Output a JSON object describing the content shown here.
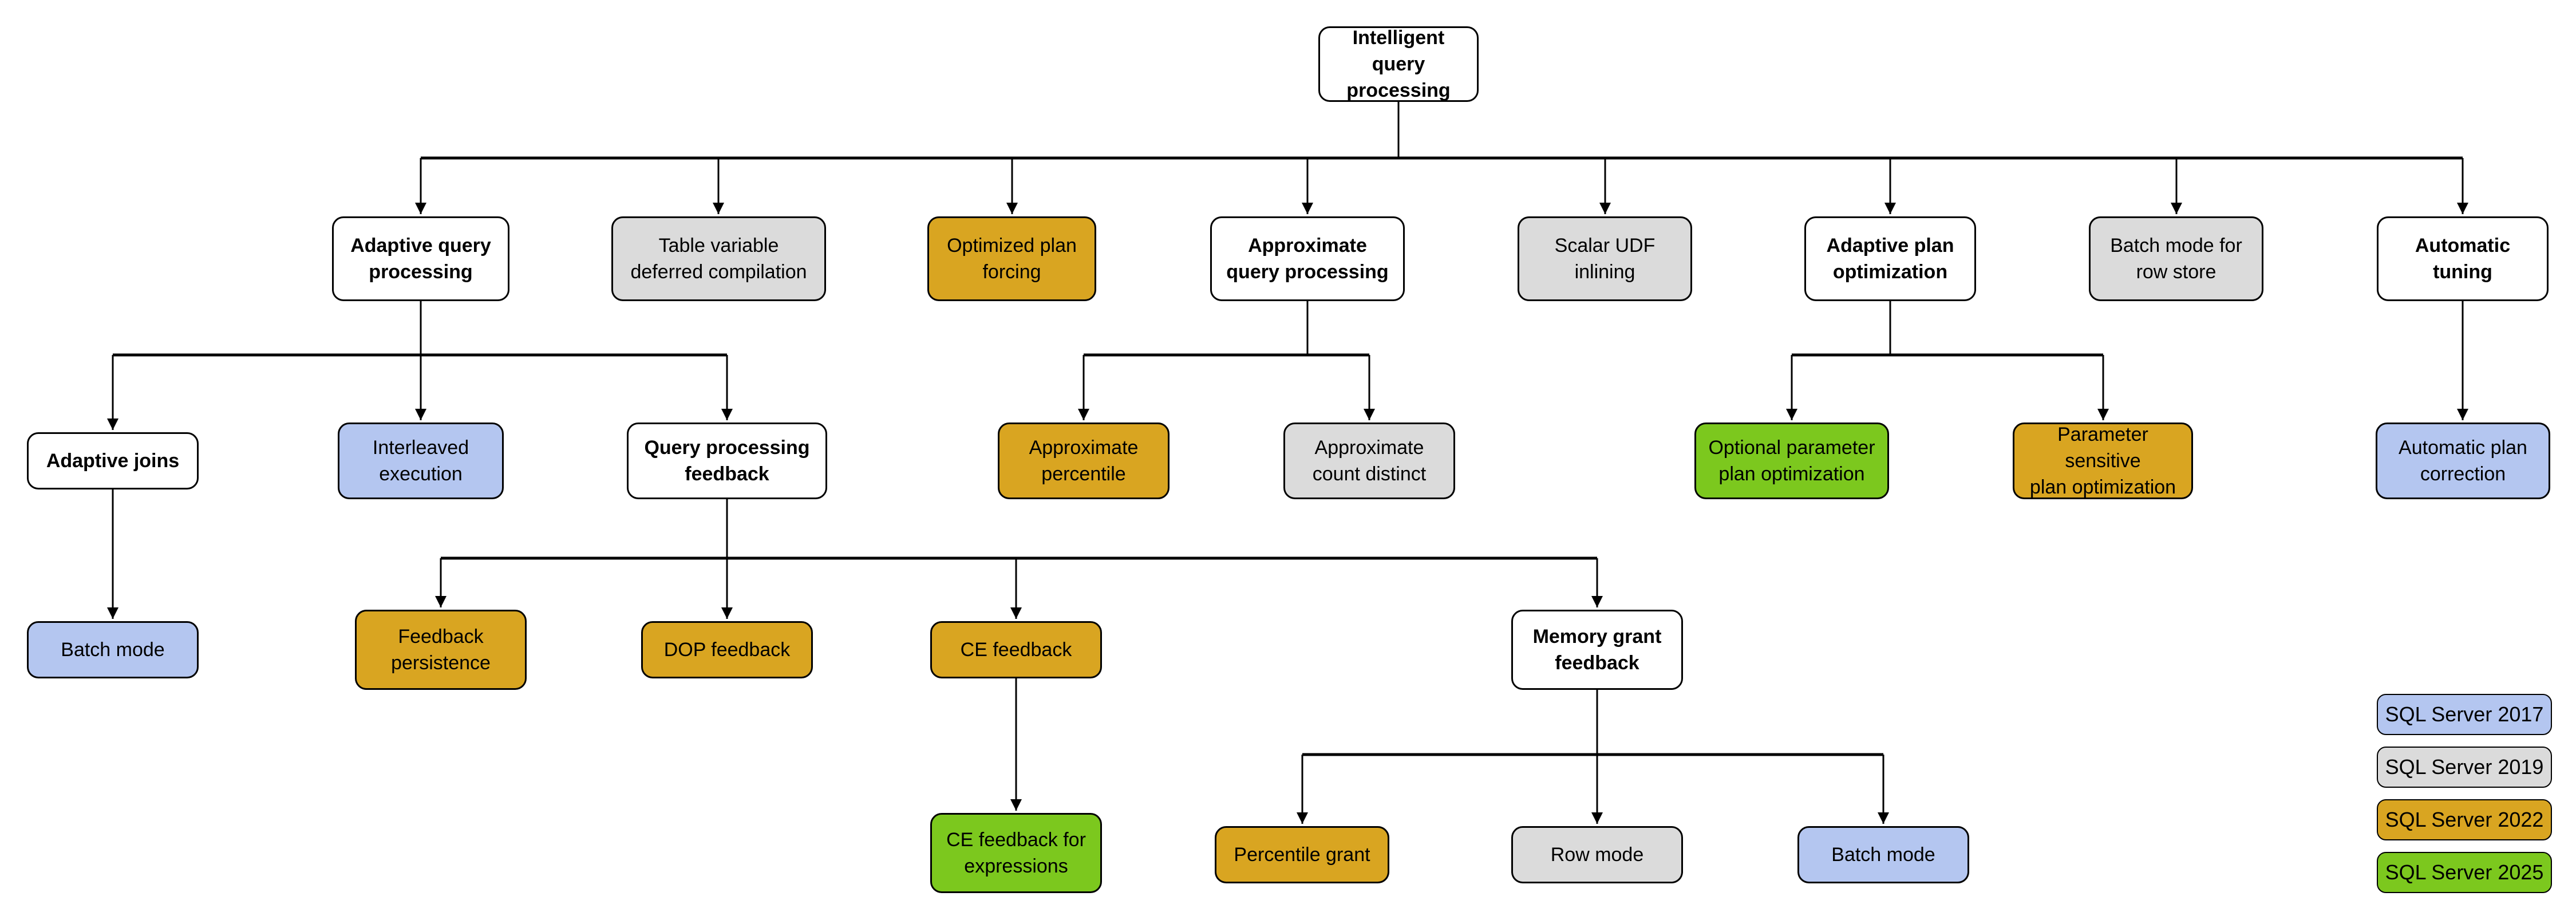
{
  "palette": {
    "sql_2017": "#B4C6F0",
    "sql_2019": "#DBDBDB",
    "sql_2022": "#D9A521",
    "sql_2025": "#7CC81E",
    "unversioned": "#FFFFFF",
    "line": "#000000"
  },
  "legend": {
    "items": [
      {
        "label": "SQL Server 2017",
        "color": "#B4C6F0"
      },
      {
        "label": "SQL Server 2019",
        "color": "#DBDBDB"
      },
      {
        "label": "SQL Server 2022",
        "color": "#D9A521"
      },
      {
        "label": "SQL Server 2025",
        "color": "#7CC81E"
      }
    ]
  },
  "nodes": {
    "root": {
      "label": "Intelligent query\nprocessing",
      "version": ""
    },
    "adaptive_query_processing": {
      "label": "Adaptive query\nprocessing",
      "version": ""
    },
    "table_variable_deferred_compilation": {
      "label": "Table variable\ndeferred compilation",
      "version": "SQL Server 2019"
    },
    "optimized_plan_forcing": {
      "label": "Optimized plan\nforcing",
      "version": "SQL Server 2022"
    },
    "approximate_query_processing": {
      "label": "Approximate\nquery processing",
      "version": ""
    },
    "scalar_udf_inlining": {
      "label": "Scalar UDF\ninlining",
      "version": "SQL Server 2019"
    },
    "adaptive_plan_optimization": {
      "label": "Adaptive plan\noptimization",
      "version": ""
    },
    "batch_mode_for_row_store": {
      "label": "Batch mode for\nrow store",
      "version": "SQL Server 2019"
    },
    "automatic_tuning": {
      "label": "Automatic\ntuning",
      "version": ""
    },
    "adaptive_joins": {
      "label": "Adaptive joins",
      "version": ""
    },
    "interleaved_execution": {
      "label": "Interleaved\nexecution",
      "version": "SQL Server 2017"
    },
    "query_processing_feedback": {
      "label": "Query processing\nfeedback",
      "version": ""
    },
    "approximate_percentile": {
      "label": "Approximate\npercentile",
      "version": "SQL Server 2022"
    },
    "approximate_count_distinct": {
      "label": "Approximate\ncount distinct",
      "version": "SQL Server 2019"
    },
    "optional_parameter_plan_optimization": {
      "label": "Optional parameter\nplan optimization",
      "version": "SQL Server 2025"
    },
    "parameter_sensitive_plan_optimization": {
      "label": "Parameter sensitive\nplan optimization",
      "version": "SQL Server 2022"
    },
    "automatic_plan_correction": {
      "label": "Automatic plan\ncorrection",
      "version": "SQL Server 2017"
    },
    "batch_mode_adaptive_joins": {
      "label": "Batch mode",
      "version": "SQL Server 2017"
    },
    "feedback_persistence": {
      "label": "Feedback\npersistence",
      "version": "SQL Server 2022"
    },
    "dop_feedback": {
      "label": "DOP feedback",
      "version": "SQL Server 2022"
    },
    "ce_feedback": {
      "label": "CE feedback",
      "version": "SQL Server 2022"
    },
    "memory_grant_feedback": {
      "label": "Memory grant\nfeedback",
      "version": ""
    },
    "ce_feedback_for_expressions": {
      "label": "CE feedback for\nexpressions",
      "version": "SQL Server 2025"
    },
    "percentile_grant": {
      "label": "Percentile grant",
      "version": "SQL Server 2022"
    },
    "row_mode": {
      "label": "Row mode",
      "version": "SQL Server 2019"
    },
    "batch_mode_memory_grant": {
      "label": "Batch mode",
      "version": "SQL Server 2017"
    }
  },
  "edges": [
    [
      "root",
      "adaptive_query_processing"
    ],
    [
      "root",
      "table_variable_deferred_compilation"
    ],
    [
      "root",
      "optimized_plan_forcing"
    ],
    [
      "root",
      "approximate_query_processing"
    ],
    [
      "root",
      "scalar_udf_inlining"
    ],
    [
      "root",
      "adaptive_plan_optimization"
    ],
    [
      "root",
      "batch_mode_for_row_store"
    ],
    [
      "root",
      "automatic_tuning"
    ],
    [
      "adaptive_query_processing",
      "adaptive_joins"
    ],
    [
      "adaptive_query_processing",
      "interleaved_execution"
    ],
    [
      "adaptive_query_processing",
      "query_processing_feedback"
    ],
    [
      "approximate_query_processing",
      "approximate_percentile"
    ],
    [
      "approximate_query_processing",
      "approximate_count_distinct"
    ],
    [
      "adaptive_plan_optimization",
      "optional_parameter_plan_optimization"
    ],
    [
      "adaptive_plan_optimization",
      "parameter_sensitive_plan_optimization"
    ],
    [
      "automatic_tuning",
      "automatic_plan_correction"
    ],
    [
      "adaptive_joins",
      "batch_mode_adaptive_joins"
    ],
    [
      "query_processing_feedback",
      "feedback_persistence"
    ],
    [
      "query_processing_feedback",
      "dop_feedback"
    ],
    [
      "query_processing_feedback",
      "ce_feedback"
    ],
    [
      "query_processing_feedback",
      "memory_grant_feedback"
    ],
    [
      "ce_feedback",
      "ce_feedback_for_expressions"
    ],
    [
      "memory_grant_feedback",
      "percentile_grant"
    ],
    [
      "memory_grant_feedback",
      "row_mode"
    ],
    [
      "memory_grant_feedback",
      "batch_mode_memory_grant"
    ]
  ]
}
